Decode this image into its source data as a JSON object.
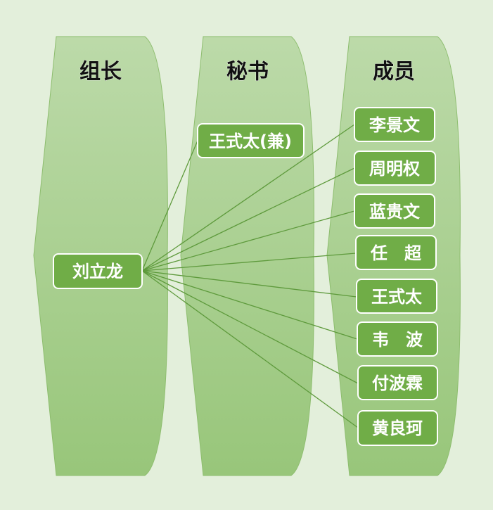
{
  "columns": {
    "leader": {
      "header": "组长"
    },
    "secretary": {
      "header": "秘书"
    },
    "members": {
      "header": "成员"
    }
  },
  "leader": {
    "name": "刘立龙"
  },
  "secretary": {
    "name": "王式太(兼)"
  },
  "members": [
    {
      "name": "李景文"
    },
    {
      "name": "周明权"
    },
    {
      "name": "蓝贵文"
    },
    {
      "name": "任　超"
    },
    {
      "name": "王式太"
    },
    {
      "name": "韦　波"
    },
    {
      "name": "付波霖"
    },
    {
      "name": "黄良珂"
    }
  ],
  "colors": {
    "background": "#e3efdb",
    "panel_top": "#b9d9a6",
    "panel_bottom": "#98c67a",
    "box_fill": "#70ad47",
    "box_border": "#ffffff",
    "connector": "#5e9a3c",
    "header_text": "#111111"
  }
}
